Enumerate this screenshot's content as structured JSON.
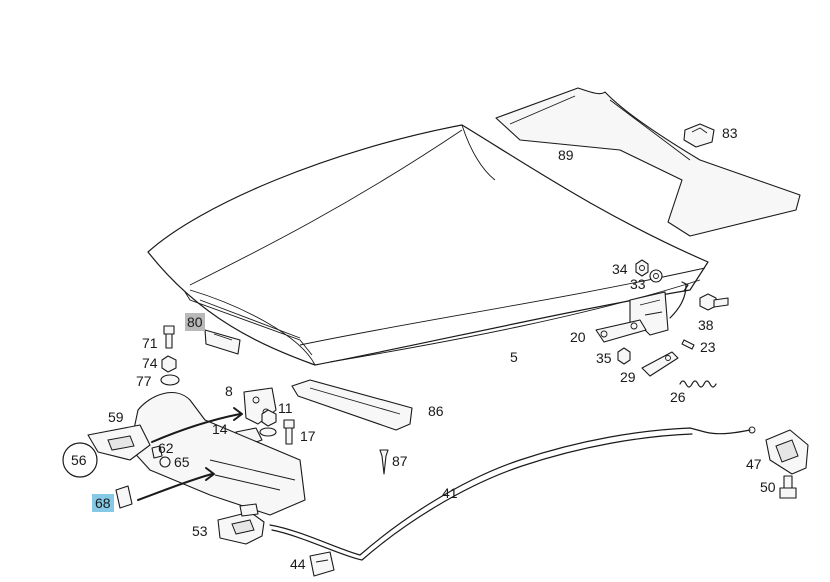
{
  "callouts": {
    "c83": "83",
    "c89": "89",
    "c34": "34",
    "c33": "33",
    "c38": "38",
    "c20": "20",
    "c35": "35",
    "c23": "23",
    "c29": "29",
    "c26": "26",
    "c5": "5",
    "c80": "80",
    "c71": "71",
    "c74": "74",
    "c77": "77",
    "c8": "8",
    "c11": "11",
    "c86": "86",
    "c59": "59",
    "c14": "14",
    "c17": "17",
    "c62": "62",
    "c65": "65",
    "c56": "56",
    "c87": "87",
    "c41": "41",
    "c47": "47",
    "c68": "68",
    "c50": "50",
    "c53": "53",
    "c44": "44"
  },
  "colors": {
    "highlight_80": "#b9b9b9",
    "highlight_68": "#86c9e6",
    "linework": "#1a1a1a"
  }
}
